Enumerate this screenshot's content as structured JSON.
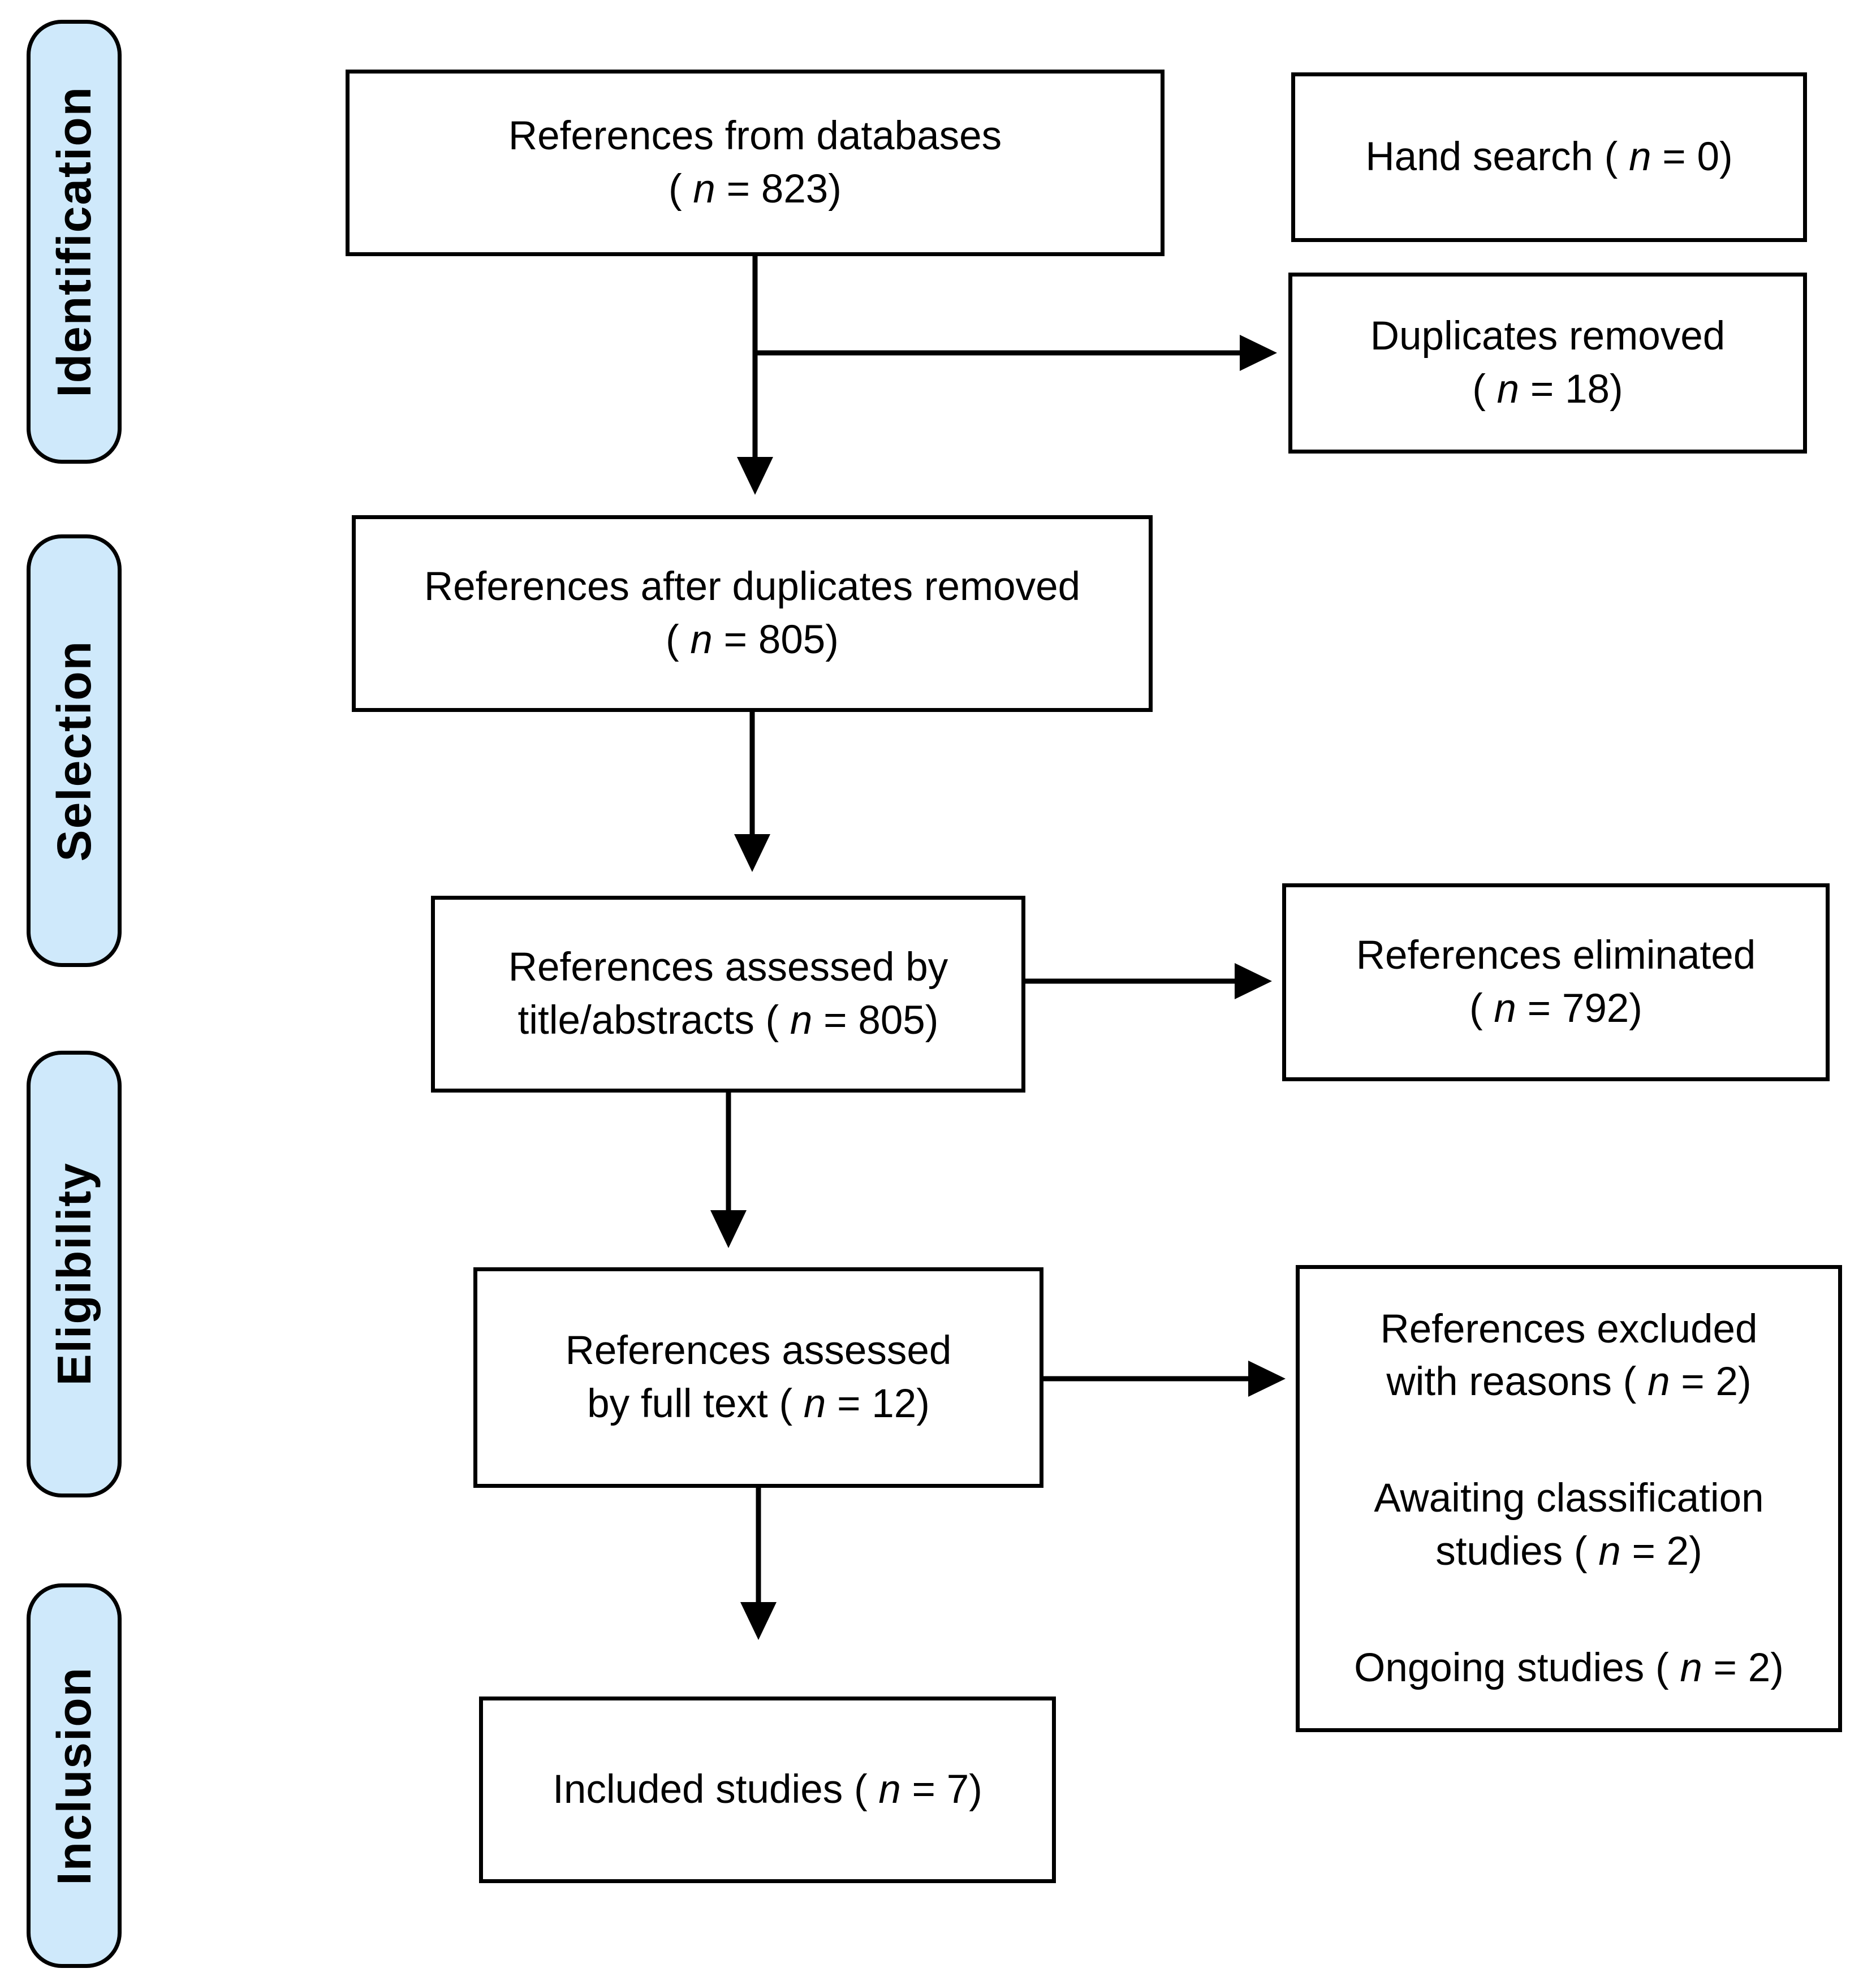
{
  "colors": {
    "background": "#ffffff",
    "stage_fill": "#cfe9fb",
    "border": "#000000",
    "text": "#000000"
  },
  "stages": {
    "identification": "Identification",
    "selection": "Selection",
    "eligibility": "Eligibility",
    "inclusion": "Inclusion"
  },
  "boxes": {
    "from_databases": {
      "l1": "References from databases",
      "l2a": "( ",
      "n": "n",
      "l2b": " = 823)"
    },
    "hand_search": {
      "l1a": "Hand search ( ",
      "n": "n",
      "l1b": " = 0)"
    },
    "duplicates_removed": {
      "l1": "Duplicates removed",
      "l2a": "( ",
      "n": "n",
      "l2b": " = 18)"
    },
    "after_duplicates": {
      "l1": "References after duplicates removed",
      "l2a": "( ",
      "n": "n",
      "l2b": " = 805)"
    },
    "title_abstracts": {
      "l1": "References assessed by",
      "l2a": "title/abstracts ( ",
      "n": "n",
      "l2b": " = 805)"
    },
    "eliminated": {
      "l1": "References eliminated",
      "l2a": "( ",
      "n": "n",
      "l2b": " = 792)"
    },
    "full_text": {
      "l1": "References assessed",
      "l2a": "by full text ( ",
      "n": "n",
      "l2b": " = 12)"
    },
    "excluded": {
      "p1l1": "References excluded",
      "p1l2a": "with reasons ( ",
      "p1n": "n",
      "p1l2b": " = 2)",
      "p2l1": "Awaiting classification",
      "p2l2a": "studies ( ",
      "p2n": "n",
      "p2l2b": " = 2)",
      "p3a": "Ongoing studies ( ",
      "p3n": "n",
      "p3b": " = 2)"
    },
    "included": {
      "l1a": "Included studies ( ",
      "n": "n",
      "l1b": " = 7)"
    }
  }
}
